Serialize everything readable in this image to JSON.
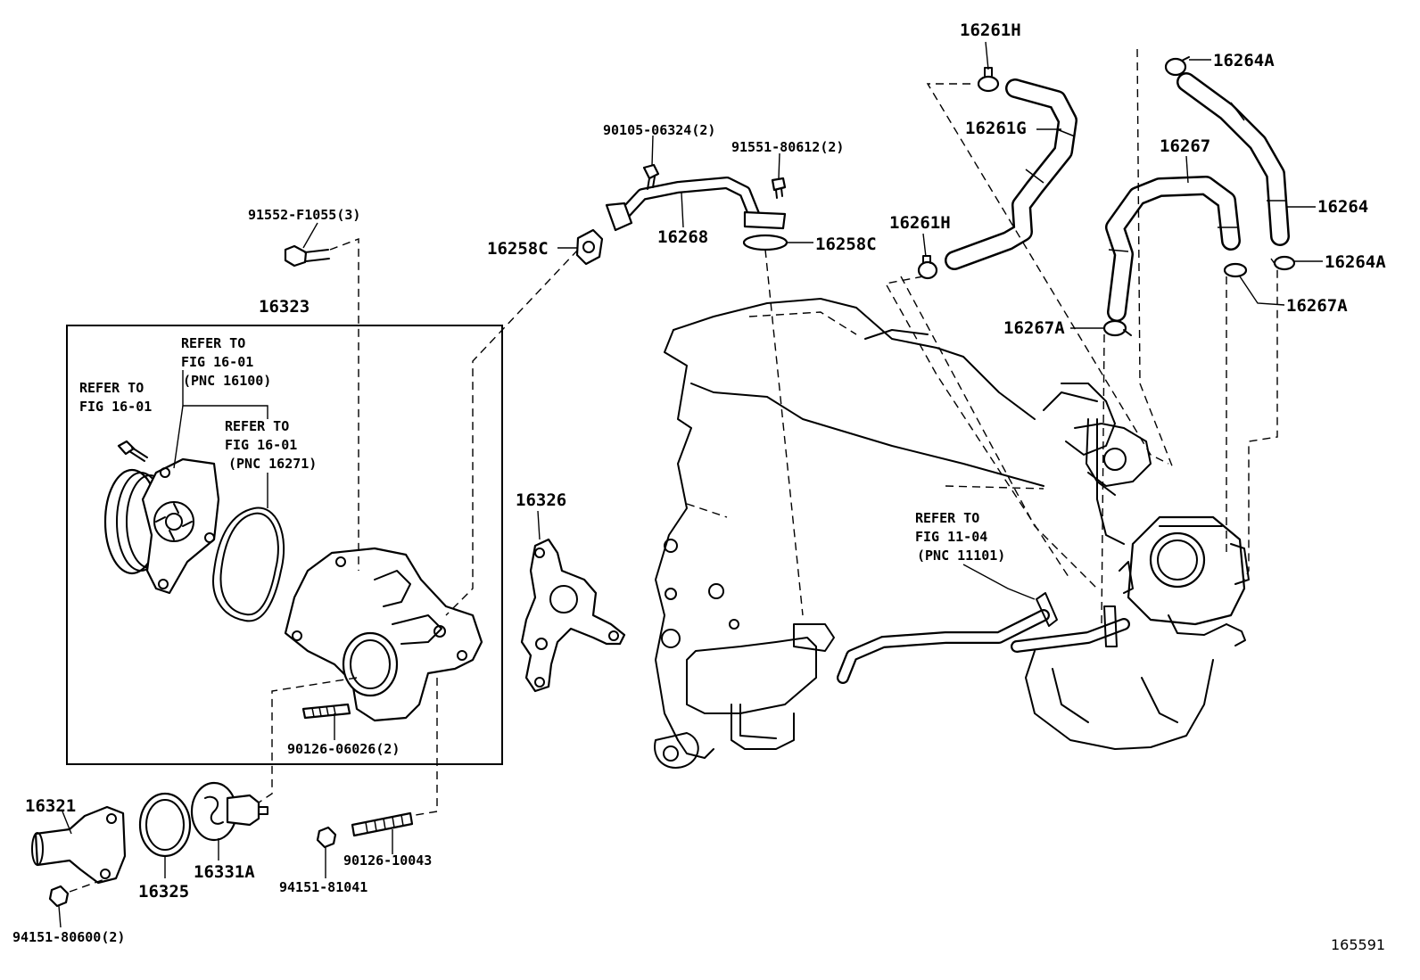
{
  "diagram_id": "165591",
  "refs": {
    "r1": {
      "l1": "REFER TO",
      "l2": "FIG 16-01",
      "l3": "(PNC 16100)"
    },
    "r2": {
      "l1": "REFER TO",
      "l2": "FIG 16-01"
    },
    "r3": {
      "l1": "REFER TO",
      "l2": "FIG 16-01",
      "l3": "(PNC 16271)"
    },
    "r4": {
      "l1": "REFER TO",
      "l2": "FIG 11-04",
      "l3": "(PNC 11101)"
    }
  },
  "parts": {
    "p16261H_top": "16261H",
    "p16264A_top": "16264A",
    "p90105": "90105-06324(2)",
    "p91551": "91551-80612(2)",
    "p16261G": "16261G",
    "p16267": "16267",
    "p16264": "16264",
    "p91552": "91552-F1055(3)",
    "p16258C_left": "16258C",
    "p16268": "16268",
    "p16258C_right": "16258C",
    "p16261H_mid": "16261H",
    "p16264A_right": "16264A",
    "p16267A_right": "16267A",
    "p16267A_left": "16267A",
    "p16323": "16323",
    "p16326": "16326",
    "p90126_06026": "90126-06026(2)",
    "p16321": "16321",
    "p16331A": "16331A",
    "p16325": "16325",
    "p90126_10043": "90126-10043",
    "p94151_81041": "94151-81041",
    "p94151_80600": "94151-80600(2)"
  }
}
